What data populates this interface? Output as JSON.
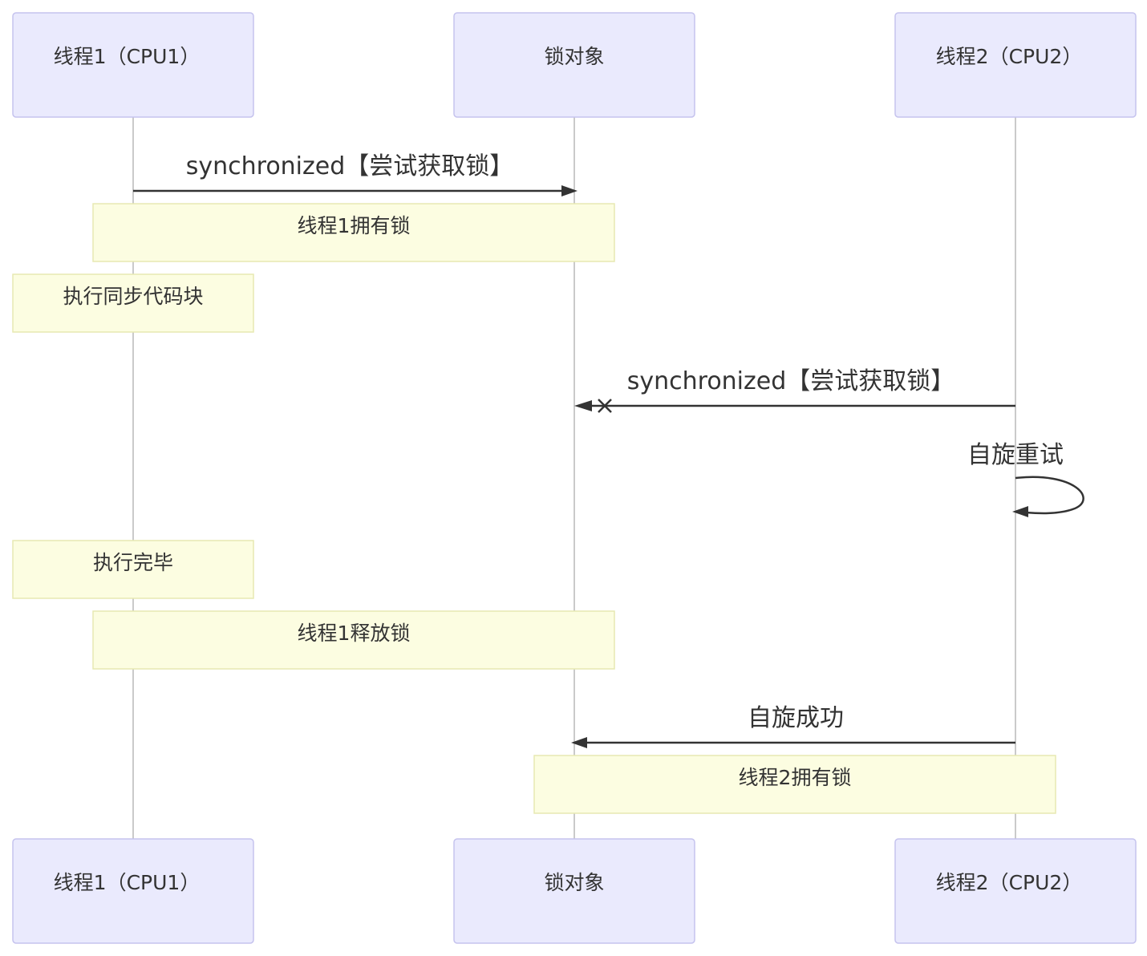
{
  "participants": [
    {
      "id": "t1",
      "label": "线程1（CPU1）"
    },
    {
      "id": "lock",
      "label": "锁对象"
    },
    {
      "id": "t2",
      "label": "线程2（CPU2）"
    }
  ],
  "messages": [
    {
      "from": "t1",
      "to": "lock",
      "text": "synchronized【尝试获取锁】",
      "arrow": "solid"
    },
    {
      "from": "t2",
      "to": "lock",
      "text": "synchronized【尝试获取锁】",
      "arrow": "cross"
    },
    {
      "from": "t2",
      "to": "t2",
      "text": "自旋重试",
      "arrow": "self"
    },
    {
      "from": "t2",
      "to": "lock",
      "text": "自旋成功",
      "arrow": "open"
    }
  ],
  "notes": [
    {
      "over": [
        "t1",
        "lock"
      ],
      "text": "线程1拥有锁"
    },
    {
      "over": [
        "t1"
      ],
      "text": "执行同步代码块"
    },
    {
      "over": [
        "t1"
      ],
      "text": "执行完毕"
    },
    {
      "over": [
        "t1",
        "lock"
      ],
      "text": "线程1释放锁"
    },
    {
      "over": [
        "lock",
        "t2"
      ],
      "text": "线程2拥有锁"
    }
  ],
  "colors": {
    "actor_fill": "#eaeafd",
    "actor_border": "#c5c3ee",
    "note_fill": "#fcfde1",
    "note_border": "#e7e9b2",
    "line": "#333333",
    "lifeline": "#b8b8b8"
  }
}
